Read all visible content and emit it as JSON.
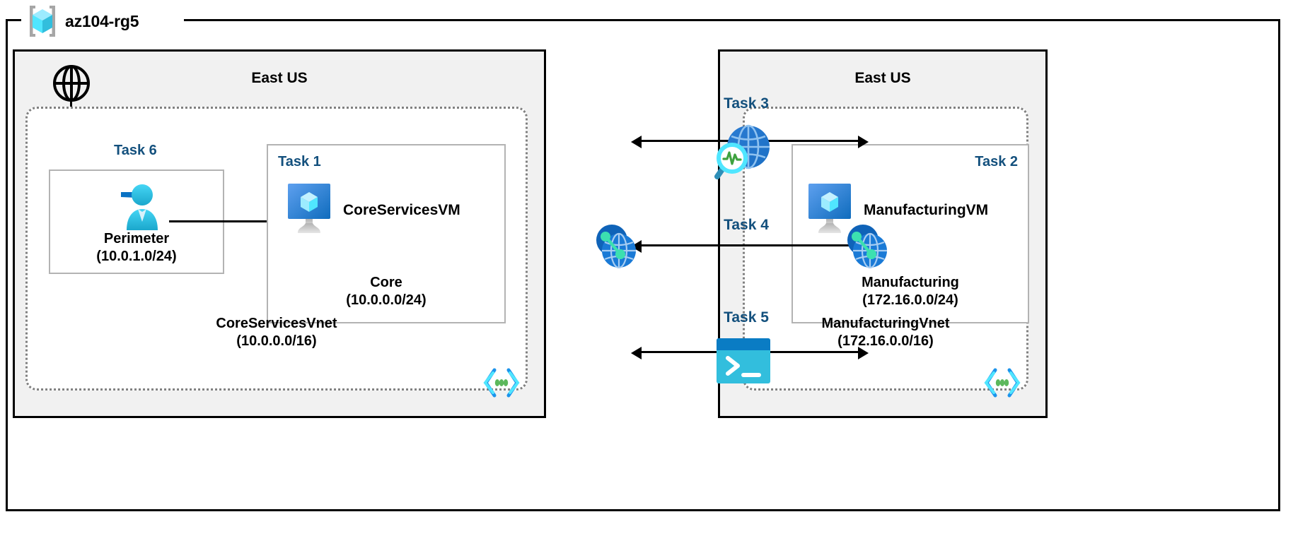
{
  "resource_group": {
    "name": "az104-rg5",
    "icon": "resource-group-cube-icon"
  },
  "regions": [
    {
      "id": "left",
      "title": "East US"
    },
    {
      "id": "right",
      "title": "East US"
    }
  ],
  "internet": {
    "icon": "globe-icon"
  },
  "vnets": [
    {
      "id": "core",
      "name": "CoreServicesVnet",
      "cidr": "(10.0.0.0/16)",
      "corner_icon": "code-brackets-icon"
    },
    {
      "id": "manufacturing",
      "name": "ManufacturingVnet",
      "cidr": "(172.16.0.0/16)",
      "corner_icon": "code-brackets-icon"
    }
  ],
  "subnets": [
    {
      "id": "perimeter",
      "task": "Task 6",
      "icon": "bastion-user-icon",
      "name": "Perimeter",
      "cidr": "(10.0.1.0/24)"
    },
    {
      "id": "core",
      "task": "Task 1",
      "icon": "virtual-machine-icon",
      "vm_name": "CoreServicesVM",
      "name": "Core",
      "cidr": "(10.0.0.0/24)"
    },
    {
      "id": "manufacturing",
      "task": "Task 2",
      "icon": "virtual-machine-icon",
      "vm_name": "ManufacturingVM",
      "name": "Manufacturing",
      "cidr": "(172.16.0.0/24)"
    }
  ],
  "center_tasks": [
    {
      "id": "task3",
      "label": "Task 3",
      "icon": "network-watcher-icon"
    },
    {
      "id": "task4",
      "label": "Task 4",
      "icon": "vnet-peering-icon"
    },
    {
      "id": "task5",
      "label": "Task 5",
      "icon": "cloud-shell-icon"
    }
  ],
  "peering_icons": [
    {
      "id": "peering-left",
      "icon": "vnet-peering-icon"
    },
    {
      "id": "peering-right",
      "icon": "vnet-peering-icon"
    }
  ],
  "colors": {
    "task_label": "#13507d",
    "azure_blue": "#0078d4",
    "cyan": "#32bedd",
    "region_fill": "#f1f1f1",
    "border": "#000000",
    "subnet_border": "#b3b3b3",
    "vnet_border": "#808080",
    "green": "#5cb85c"
  }
}
